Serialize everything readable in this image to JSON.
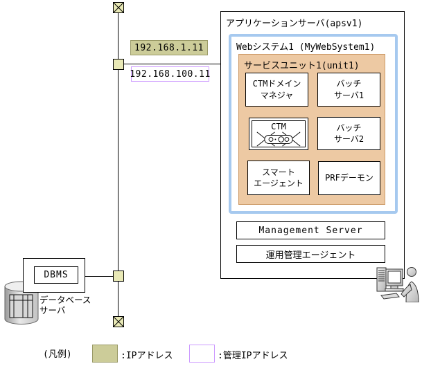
{
  "network": {
    "ip_address": "192.168.1.11",
    "mgmt_ip_address": "192.168.100.11"
  },
  "app_server": {
    "title": "アプリケーションサーバ(apsv1)",
    "web_system": {
      "title": "Webシステム1 (MyWebSystem1)",
      "service_unit": {
        "title": "サービスユニット1(unit1)",
        "components": {
          "ctm_domain_manager": "CTMドメイン\nマネジャ",
          "batch_server_1": "バッチ\nサーバ1",
          "ctm": "CTM",
          "batch_server_2": "バッチ\nサーバ2",
          "smart_agent": "スマート\nエージェント",
          "prf_daemon": "PRFデーモン"
        }
      }
    },
    "management_server": "Management Server",
    "operation_management_agent": "運用管理エージェント"
  },
  "database_server": {
    "dbms": "DBMS",
    "label": "データベース\nサーバ"
  },
  "legend": {
    "title": "(凡例)",
    "ip_label": ":IPアドレス",
    "mgmt_ip_label": ":管理IPアドレス"
  },
  "colors": {
    "ip_fill": "#cccc99",
    "ip_border": "#999966",
    "mgmt_ip_border": "#cc99ff",
    "web_system_border": "#a6c9ef",
    "service_unit_fill": "#edc9a3",
    "service_unit_border": "#cc9966",
    "node_fill": "#e9e9b6"
  }
}
